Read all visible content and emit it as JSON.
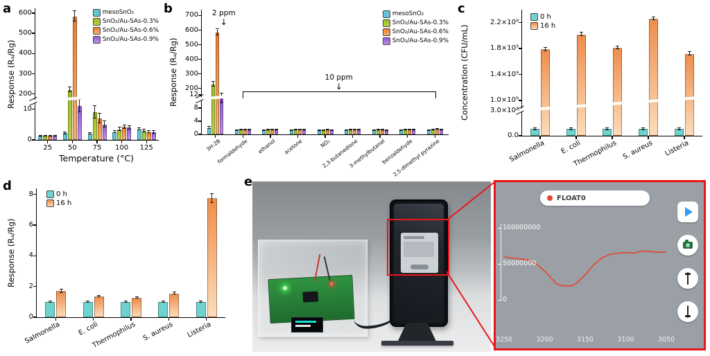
{
  "figure": {
    "panel_labels": {
      "a": "a",
      "b": "b",
      "c": "c",
      "d": "d",
      "e": "e"
    }
  },
  "colors": {
    "line": "#e8442a",
    "annotation": "#e8161b",
    "play_blue": "#2f9df4",
    "camera_green": "#20703d"
  },
  "chart_data": [
    {
      "panel": "a",
      "type": "bar",
      "ylabel": "Response (Rₐ/Rg)",
      "xlabel": "Temperature (°C)",
      "categories": [
        "25",
        "50",
        "75",
        "100",
        "125"
      ],
      "series": [
        {
          "name": "mesoSnO₂",
          "fill": [
            "#62c4d4"
          ],
          "values": [
            1.2,
            2.2,
            2.0,
            2.5,
            3.5
          ],
          "errors": [
            0.15,
            0.3,
            0.3,
            0.35,
            0.4
          ]
        },
        {
          "name": "SnO₂/Au-SAs-0.3%",
          "fill": [
            "#b7d145",
            "#9cbf1e"
          ],
          "values": [
            1.3,
            220,
            9,
            3.5,
            3.0
          ],
          "errors": [
            0.15,
            12,
            2,
            0.5,
            0.4
          ]
        },
        {
          "name": "SnO₂/Au-SAs-0.6%",
          "fill": [
            "#f5b072",
            "#ec7c2e"
          ],
          "values": [
            1.2,
            585,
            7,
            4.2,
            2.6
          ],
          "errors": [
            0.15,
            25,
            1.5,
            0.6,
            0.4
          ]
        },
        {
          "name": "SnO₂/Au-SAs-0.9%",
          "fill": [
            "#bd93e8",
            "#9358d2"
          ],
          "values": [
            1.3,
            11,
            5,
            4.0,
            2.5
          ],
          "errors": [
            0.15,
            2,
            1,
            0.5,
            0.4
          ]
        }
      ],
      "axis": {
        "lower": {
          "min": 0,
          "max": 14,
          "ticks": [
            {
              "v": 0,
              "label": "0"
            },
            {
              "v": 10,
              "label": "10"
            }
          ]
        },
        "upper": {
          "min": 185,
          "max": 625,
          "ticks": [
            {
              "v": 200,
              "label": "200"
            },
            {
              "v": 300,
              "label": "300"
            },
            {
              "v": 400,
              "label": "400"
            },
            {
              "v": 500,
              "label": "500"
            },
            {
              "v": 600,
              "label": "600"
            }
          ]
        }
      },
      "legend_position": "top-right"
    },
    {
      "panel": "b",
      "type": "bar",
      "ylabel": "Response (Rₐ/Rg)",
      "xlabel": "",
      "categories": [
        "3H-2B",
        "formaldehyde",
        "ethanol",
        "acetone",
        "NO₂",
        "2,3-butanedione",
        "3-methylbutanal",
        "benzaldehyde",
        "2,5-dimethyl pyrazine"
      ],
      "series": [
        {
          "name": "mesoSnO₂",
          "fill": [
            "#62c4d4"
          ],
          "values": [
            2.0,
            1.2,
            1.2,
            1.2,
            1.1,
            1.2,
            1.2,
            1.2,
            1.2
          ],
          "errors": [
            0.3,
            0.1,
            0.1,
            0.1,
            0.1,
            0.1,
            0.1,
            0.1,
            0.1
          ]
        },
        {
          "name": "SnO₂/Au-SAs-0.3%",
          "fill": [
            "#b7d145",
            "#9cbf1e"
          ],
          "values": [
            230,
            1.3,
            1.3,
            1.3,
            1.2,
            1.3,
            1.3,
            1.3,
            1.3
          ],
          "errors": [
            15,
            0.1,
            0.1,
            0.1,
            0.1,
            0.1,
            0.1,
            0.1,
            0.1
          ]
        },
        {
          "name": "SnO₂/Au-SAs-0.6%",
          "fill": [
            "#f5b072",
            "#ec7c2e"
          ],
          "values": [
            585,
            1.4,
            1.4,
            1.4,
            1.3,
            1.4,
            1.3,
            1.4,
            1.5
          ],
          "errors": [
            20,
            0.1,
            0.1,
            0.1,
            0.1,
            0.1,
            0.1,
            0.1,
            0.1
          ]
        },
        {
          "name": "SnO₂/Au-SAs-0.9%",
          "fill": [
            "#bd93e8",
            "#9358d2"
          ],
          "values": [
            11,
            1.3,
            1.3,
            1.3,
            1.2,
            1.3,
            1.2,
            1.3,
            1.4
          ],
          "errors": [
            1.5,
            0.1,
            0.1,
            0.1,
            0.1,
            0.1,
            0.1,
            0.1,
            0.1
          ]
        }
      ],
      "axis": {
        "lower": {
          "min": 0,
          "max": 13.5,
          "ticks": [
            {
              "v": 0,
              "label": "0"
            },
            {
              "v": 4,
              "label": "4"
            },
            {
              "v": 8,
              "label": "8"
            },
            {
              "v": 12,
              "label": "12"
            }
          ]
        },
        "upper": {
          "min": 190,
          "max": 740,
          "ticks": [
            {
              "v": 200,
              "label": "200"
            },
            {
              "v": 300,
              "label": "300"
            },
            {
              "v": 400,
              "label": "400"
            },
            {
              "v": 500,
              "label": "500"
            },
            {
              "v": 600,
              "label": "600"
            },
            {
              "v": 700,
              "label": "700"
            }
          ]
        }
      },
      "annotations": [
        {
          "type": "arrow-label",
          "category": 0,
          "dx": 12,
          "top": 0,
          "text": "2 ppm",
          "arrow": "↓"
        },
        {
          "type": "bracket",
          "from": 1,
          "to": 8,
          "bottom": 52,
          "text": "10 ppm",
          "arrow": "↓"
        }
      ],
      "legend_position": "top-right"
    },
    {
      "panel": "c",
      "type": "bar",
      "ylabel": "Concentration (CFU/mL)",
      "xlabel": "",
      "categories": [
        "Salmonella",
        "E. coli",
        "Thermophilus",
        "S. aureus",
        "Listeria"
      ],
      "series": [
        {
          "name": "0 h",
          "fill": [
            "#6ed3cd"
          ],
          "values": [
            8000000,
            8000000,
            8000000,
            8000000,
            8000000
          ],
          "errors": [
            1000000,
            1000000,
            1000000,
            1000000,
            1000000
          ]
        },
        {
          "name": "16 h",
          "fill": [
            "#fbdcba",
            "#ef8d4c"
          ],
          "values": [
            1790000000,
            2020000000,
            1810000000,
            2260000000,
            1720000000
          ],
          "errors": [
            25000000,
            25000000,
            20000000,
            25000000,
            25000000
          ]
        }
      ],
      "axis": {
        "lower": {
          "min": 0,
          "max": 38000000,
          "ticks": [
            {
              "v": 0,
              "label": "0.0"
            },
            {
              "v": 30000000,
              "label": "3.0×10⁷"
            }
          ]
        },
        "upper": {
          "min": 950000000,
          "max": 2400000000,
          "ticks": [
            {
              "v": 1000000000,
              "label": "1.0×10⁹"
            },
            {
              "v": 1400000000,
              "label": "1.4×10⁹"
            },
            {
              "v": 1800000000,
              "label": "1.8×10⁹"
            },
            {
              "v": 2200000000,
              "label": "2.2×10⁹"
            }
          ]
        }
      },
      "legend_position": "top-left"
    },
    {
      "panel": "d",
      "type": "bar",
      "ylabel": "Response (Rₐ/Rg)",
      "xlabel": "",
      "categories": [
        "Salmonella",
        "E. coli",
        "Thermophilus",
        "S. aureus",
        "Listeria"
      ],
      "series": [
        {
          "name": "0 h",
          "fill": [
            "#6ed3cd"
          ],
          "values": [
            1.0,
            1.0,
            1.0,
            1.0,
            1.0
          ],
          "errors": [
            0.03,
            0.03,
            0.03,
            0.03,
            0.03
          ]
        },
        {
          "name": "16 h",
          "fill": [
            "#fbdcba",
            "#ef8d4c"
          ],
          "values": [
            1.7,
            1.35,
            1.25,
            1.55,
            7.75
          ],
          "errors": [
            0.12,
            0.06,
            0.05,
            0.06,
            0.28
          ]
        }
      ],
      "axis": {
        "lower": {
          "min": 0,
          "max": 8.4,
          "ticks": [
            {
              "v": 0,
              "label": "0"
            },
            {
              "v": 2,
              "label": "2"
            },
            {
              "v": 4,
              "label": "4"
            },
            {
              "v": 6,
              "label": "6"
            },
            {
              "v": 8,
              "label": "8"
            }
          ]
        }
      },
      "legend_position": "top-left"
    },
    {
      "panel": "e",
      "type": "line",
      "legend": "FLOAT0",
      "x_ticks": [
        {
          "v": 3250,
          "label": "3250"
        },
        {
          "v": 3200,
          "label": "3200"
        },
        {
          "v": 3150,
          "label": "3150"
        },
        {
          "v": 3100,
          "label": "3100"
        },
        {
          "v": 3050,
          "label": "3050"
        }
      ],
      "y_ticks": [
        {
          "v": 100000000,
          "label": "100000000"
        },
        {
          "v": 50000000,
          "label": "50000000"
        },
        {
          "v": 0,
          "label": "0"
        }
      ],
      "points": [
        [
          3250,
          60000000
        ],
        [
          3240,
          58000000
        ],
        [
          3230,
          57000000
        ],
        [
          3220,
          55000000
        ],
        [
          3210,
          50000000
        ],
        [
          3200,
          40000000
        ],
        [
          3190,
          28000000
        ],
        [
          3185,
          22000000
        ],
        [
          3180,
          20000000
        ],
        [
          3170,
          19000000
        ],
        [
          3165,
          20000000
        ],
        [
          3160,
          24000000
        ],
        [
          3150,
          35000000
        ],
        [
          3140,
          48000000
        ],
        [
          3130,
          58000000
        ],
        [
          3120,
          63000000
        ],
        [
          3110,
          65000000
        ],
        [
          3100,
          66000000
        ],
        [
          3090,
          65000000
        ],
        [
          3080,
          68000000
        ],
        [
          3070,
          67000000
        ],
        [
          3060,
          66000000
        ],
        [
          3050,
          67000000
        ]
      ]
    }
  ]
}
